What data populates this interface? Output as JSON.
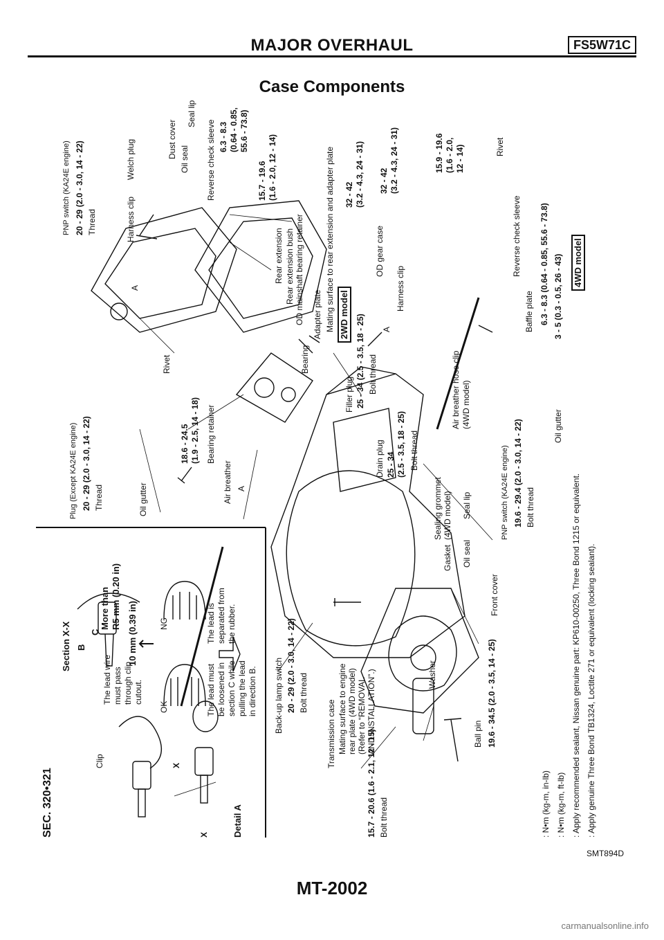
{
  "header": {
    "title": "MAJOR OVERHAUL",
    "code": "FS5W71C"
  },
  "subtitle": "Case Components",
  "section": "SEC. 320•321",
  "detail": {
    "title": "Detail A",
    "clip": "Clip",
    "note1": [
      "The lead wire",
      "must pass",
      "through clip",
      "cutout."
    ],
    "section": "Section X-X",
    "b": "B",
    "c": "C",
    "x1": "X",
    "x2": "X",
    "more_than": "More than",
    "r5": "R5 mm (0.20 in)",
    "ten": "10 mm (0.39 in)",
    "ok": "OK",
    "ng": "NG",
    "note2": [
      "The lead must",
      "be loosened in",
      "section C while",
      "pulling the lead",
      "in direction B."
    ],
    "note3": [
      "The lead is",
      "separated from",
      "the rubber."
    ]
  },
  "labels": {
    "bolt_thread_1": "Bolt thread",
    "torque_15_7": "15.7 - 20.6 (1.6 - 2.1, 12 - 15)",
    "transmission_case": "Transmission case",
    "mating_1": [
      "Mating surface to engine",
      "rear plate (4WD model)",
      "(Refer to “REMOVAL",
      "AND INSTALLATION”.)"
    ],
    "backup": "Back-up lamp switch",
    "torque_20_29_a": "20 - 29 (2.0 - 3.0, 14 - 22)",
    "bolt_thread_2": "Bolt thread",
    "ball_pin": "Ball pin",
    "torque_19_6_34": "19.6 - 34.5 (2.0 - 3.5, 14 - 25)",
    "washer": "Washer",
    "front_cover": "Front cover",
    "oil_seal_1": "Oil seal",
    "gasket": "Gasket",
    "seal_lip_1": "Seal lip",
    "sealing_grommet": [
      "Sealing grommet",
      "(4WD model)"
    ],
    "oil_gutter_1": "Oil gutter",
    "air_breather": "Air breather",
    "a1": "A",
    "bearing_retainer": "Bearing retainer",
    "torque_18_6": [
      "18.6 - 24.5",
      "(1.9 - 2.5, 14 - 18)"
    ],
    "plug_except": "Plug (Except KA24E engine)",
    "torque_20_29_b": "20 - 29 (2.0 - 3.0, 14 - 22)",
    "thread_1": "Thread",
    "pnp_1": "PNP switch (KA24E engine)",
    "torque_19_6_29": "19.6 - 29.4 (2.0 - 3.0, 14 - 22)",
    "bolt_thread_3": "Bolt thread",
    "drain_plug": "Drain plug",
    "torque_25_34_a": [
      "25 - 34",
      "(2.5 - 3.5, 18 - 25)"
    ],
    "bolt_thread_4": "Bolt thread",
    "filler_plug": "Filler plug",
    "torque_25_34_b": "25 - 34 (2.5 - 3.5, 18 - 25)",
    "bolt_thread_5": "Bolt thread",
    "air_hose_clip": [
      "Air breather hose clip",
      "(4WD model)"
    ],
    "rivet_1": "Rivet",
    "bearing": "Bearing",
    "adapter_plate": "Adapter plate",
    "mating_2": "Mating surface to rear extension and adapter plate",
    "a2": "A",
    "harness_clip_1": "Harness clip",
    "od_gear_case": "OD gear case",
    "torque_32_42_a": [
      "32 - 42",
      "(3.2 - 4.3, 24 - 31)"
    ],
    "torque_32_42_b": [
      "32 - 42",
      "(3.2 - 4.3, 24 - 31)"
    ],
    "oil_gutter_2": "Oil gutter",
    "baffle_plate": "Baffle plate",
    "torque_3_5": "3 - 5 (0.3 - 0.5, 26 - 43)",
    "model_4wd": "4WD model",
    "model_2wd": "2WD model",
    "rear_extension": "Rear extension",
    "rear_ext_bush": "Rear extension bush",
    "od_mainshaft": "OD mainshaft bearing retainer",
    "a3": "A",
    "harness_clip_2": "Harness clip",
    "pnp_2": "PNP switch (KA24E engine)",
    "torque_20_29_c": "20 - 29 (2.0 - 3.0, 14 - 22)",
    "thread_2": "Thread",
    "welch_plug": "Welch plug",
    "dust_cover": "Dust cover",
    "oil_seal_2": "Oil seal",
    "seal_lip_2": "Seal lip",
    "reverse_check_1": "Reverse check sleeve",
    "torque_6_3_a": [
      "6.3 - 8.3",
      "(0.64 - 0.85,",
      "55.6 - 73.8)"
    ],
    "torque_15_7_19": [
      "15.7 - 19.6",
      "(1.6 - 2.0, 12 - 14)"
    ],
    "torque_15_9": [
      "15.9 - 19.6",
      "(1.6 - 2.0,",
      "12 - 14)"
    ],
    "rivet_2": "Rivet",
    "reverse_check_2": "Reverse check sleeve",
    "torque_6_3_b": "6.3 - 8.3 (0.64 - 0.85, 55.6 - 73.8)"
  },
  "legend": [
    ": N•m (kg-m, in-lb)",
    ": N•m (kg-m, ft-lb)",
    ": Apply recommended sealant, Nissan genuine part: KP610-00250, Three Bond 1215 or equivalent.",
    ": Apply genuine Three Bond TB1324, Loctite 271 or equivalent (locking sealant)."
  ],
  "figure_id": "SMT894D",
  "page_number": "MT-2002",
  "watermark": "carmanualsonline.info"
}
